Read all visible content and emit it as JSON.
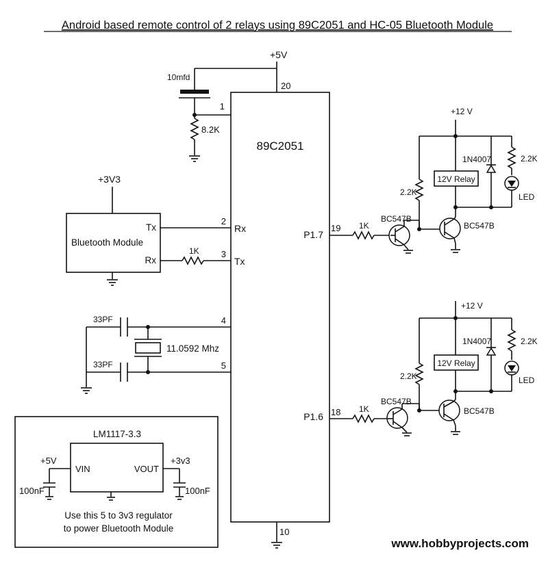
{
  "title": "Android based remote control of 2 relays using 89C2051 and HC-05 Bluetooth Module",
  "website": "www.hobbyprojects.com",
  "colors": {
    "ink": "#111111",
    "website": "#e8140c",
    "background": "#ffffff"
  },
  "mcu": {
    "name": "89C2051",
    "pins": {
      "vcc": "20",
      "reset": "1",
      "rx": "2",
      "tx": "3",
      "xtal1": "4",
      "xtal2": "5",
      "gnd": "10",
      "p17": "19",
      "p16": "18"
    },
    "labels": {
      "rx": "Rx",
      "tx": "Tx",
      "p17": "P1.7",
      "p16": "P1.6"
    }
  },
  "power": {
    "vcc5": "+5V",
    "vcc3v3": "+3V3",
    "vcc12a": "+12 V",
    "vcc12b": "+12 V"
  },
  "reset_circuit": {
    "capacitor": "10mfd",
    "resistor": "8.2K"
  },
  "bluetooth": {
    "name": "Bluetooth Module",
    "tx": "Tx",
    "rx": "Rx",
    "series_resistor": "1K"
  },
  "oscillator": {
    "cap_top": "33PF",
    "cap_bottom": "33PF",
    "crystal": "11.0592 Mhz"
  },
  "relay_channels": [
    {
      "base_resistor": "1K",
      "driver": "BC547B",
      "pullup": "2.2K",
      "output": "BC547B",
      "relay": "12V Relay",
      "diode": "1N4007",
      "led_resistor": "2.2K",
      "led": "LED"
    },
    {
      "base_resistor": "1K",
      "driver": "BC547B",
      "pullup": "2.2K",
      "output": "BC547B",
      "relay": "12V Relay",
      "diode": "1N4007",
      "led_resistor": "2.2K",
      "led": "LED"
    }
  ],
  "regulator": {
    "name": "LM1117-3.3",
    "vin": "VIN",
    "vout": "VOUT",
    "in_voltage": "+5V",
    "out_voltage": "+3v3",
    "cap_in": "100nF",
    "cap_out": "100nF",
    "note_line1": "Use this 5 to 3v3 regulator",
    "note_line2": "to power Bluetooth Module"
  }
}
